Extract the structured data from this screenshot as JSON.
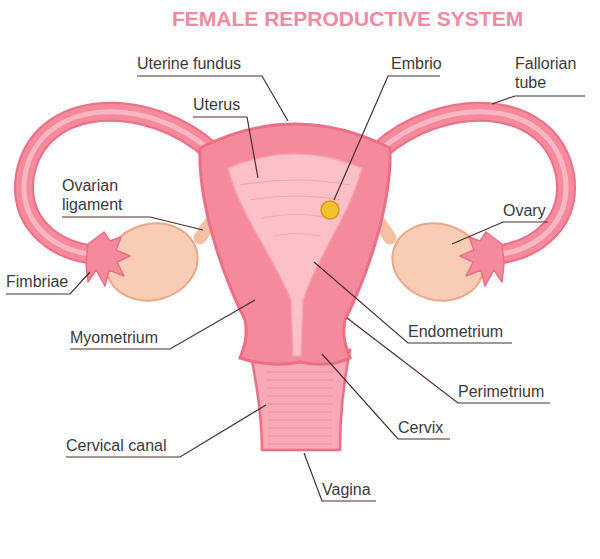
{
  "diagram": {
    "title": "FEMALE REPRODUCTIVE SYSTEM",
    "labels": [
      "Uterine fundus",
      "Embrio",
      "Fallorian tube",
      "Uterus",
      "Ovarian ligament",
      "Ovary",
      "Fimbriae",
      "Myometrium",
      "Endometrium",
      "Perimetrium",
      "Cervix",
      "Cervical canal",
      "Vagina"
    ]
  }
}
